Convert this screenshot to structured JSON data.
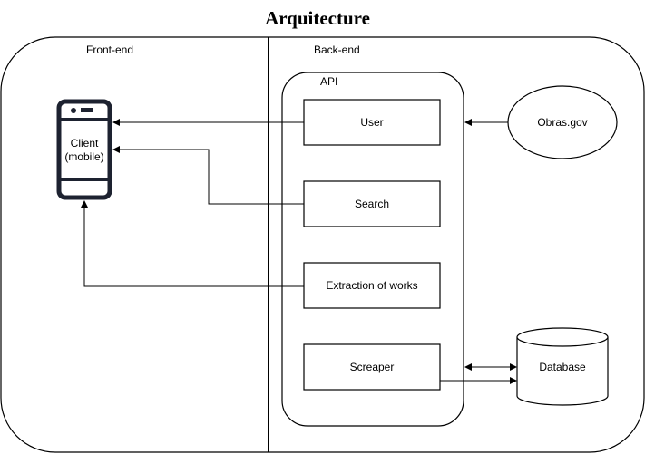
{
  "title": "Arquitecture",
  "regions": {
    "frontend": "Front-end",
    "backend": "Back-end",
    "api": "API"
  },
  "nodes": {
    "client": {
      "line1": "Client",
      "line2": "(mobile)",
      "icon": "smartphone-icon"
    },
    "user": "User",
    "search": "Search",
    "extraction": "Extraction of works",
    "screaper": "Screaper",
    "obras": "Obras.gov",
    "database": "Database"
  },
  "edges": [
    {
      "from": "user",
      "to": "client"
    },
    {
      "from": "search",
      "to": "client"
    },
    {
      "from": "extraction",
      "to": "client"
    },
    {
      "from": "obras",
      "to": "user"
    },
    {
      "from": "screaper",
      "to": "database",
      "bidirectional": true
    },
    {
      "from": "screaper",
      "to": "database"
    }
  ],
  "colors": {
    "stroke": "#000000",
    "background": "#ffffff"
  }
}
